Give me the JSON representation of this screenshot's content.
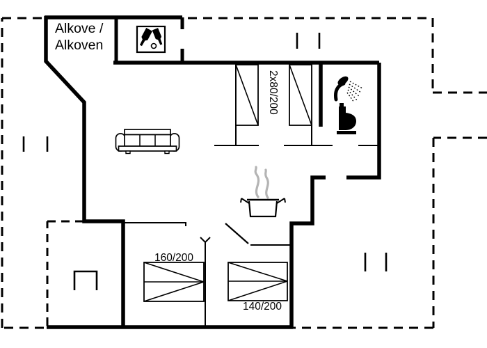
{
  "plan": {
    "type": "holiday-house-floor-plan",
    "colors": {
      "background": "#ffffff",
      "line": "#000000",
      "steam": "#b4b4b4"
    },
    "labels": {
      "alcove_line1": "Alkove /",
      "alcove_line2": "Alkoven",
      "double_bed": "2x80/200",
      "bed_160": "160/200",
      "bed_140": "140/200"
    },
    "icons": [
      "wine-bottles-icon",
      "shower-icon",
      "toilet-icon",
      "sofa-icon",
      "cooking-pot-icon",
      "wood-stove-icon",
      "antenna-icon",
      "steps-marker"
    ]
  }
}
